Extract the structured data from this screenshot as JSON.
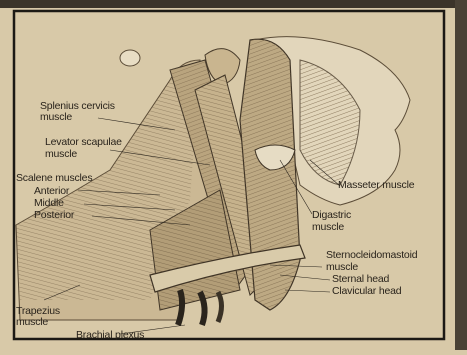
{
  "image": {
    "subject": "neck-muscle-anatomy-illustration",
    "colors": {
      "paper": "#d8c9a8",
      "ink": "#2a241c",
      "muscle_light": "#c9b58f",
      "muscle_dark": "#8a7658",
      "border": "#1c1914"
    }
  },
  "labels": {
    "splenius_1": "Splenius cervicis",
    "splenius_2": "muscle",
    "levator_1": "Levator scapulae",
    "levator_2": "muscle",
    "scalene": "Scalene muscles",
    "anterior": "Anterior",
    "middle": "Middle",
    "posterior": "Posterior",
    "masseter": "Masseter muscle",
    "digastric_1": "Digastric",
    "digastric_2": "muscle",
    "sterno_1": "Sternocleidomastoid",
    "sterno_2": "muscle",
    "sternal": "Sternal head",
    "clavicular": "Clavicular head",
    "trapezius_1": "Trapezius",
    "trapezius_2": "muscle",
    "brachial": "Brachial plexus"
  }
}
